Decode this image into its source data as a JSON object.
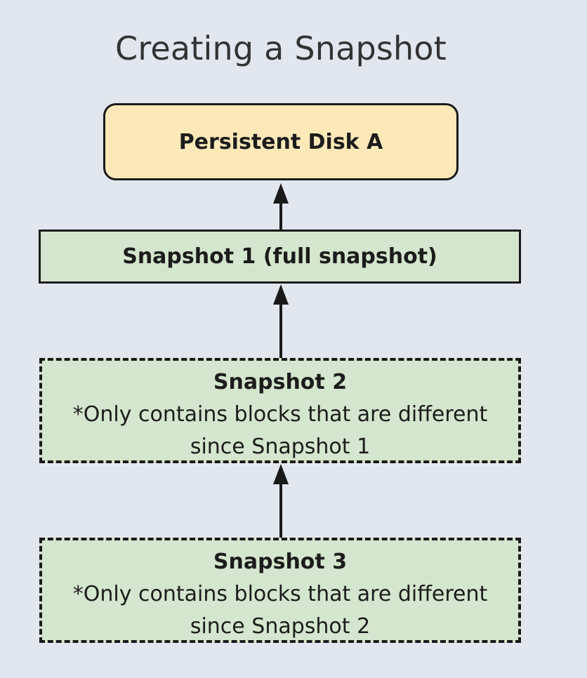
{
  "diagram": {
    "title": "Creating a Snapshot",
    "disk": {
      "label": "Persistent Disk A"
    },
    "snapshot1": {
      "label": "Snapshot 1 (full snapshot)"
    },
    "snapshot2": {
      "label": "Snapshot 2",
      "note_line1": "*Only contains blocks that are different",
      "note_line2": "since Snapshot 1"
    },
    "snapshot3": {
      "label": "Snapshot 3",
      "note_line1": "*Only contains blocks that are different",
      "note_line2": "since Snapshot 2"
    }
  },
  "colors": {
    "background": "#e2e7ef",
    "disk_fill": "#fde9b8",
    "snapshot_fill": "#d4e6cd",
    "stroke": "#1a1a1a"
  }
}
